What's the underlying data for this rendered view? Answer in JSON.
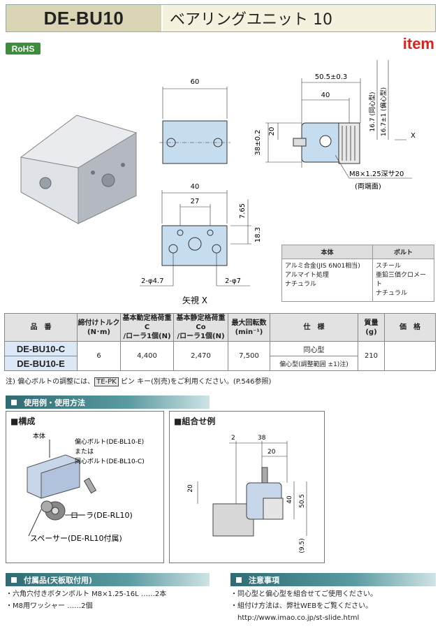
{
  "header": {
    "model": "DE-BU10",
    "name": "ベアリングユニット 10"
  },
  "badges": {
    "rohs": "RoHS",
    "brand": "item"
  },
  "drawing": {
    "top_view": {
      "width_60": "60"
    },
    "side_view": {
      "d1": "50.5±0.3",
      "d2": "40",
      "d3": "20",
      "d4": "38±0.2",
      "d5": "16.7 (同心型)",
      "d6": "16.7±1 (偏心型)",
      "axis": "X",
      "bolt": "M8×1.25深サ20",
      "bolt2": "(両端面)"
    },
    "front_view": {
      "w40": "40",
      "w27": "27",
      "h765": "7.65",
      "h183": "18.3",
      "hole1": "2-φ4.7",
      "hole2": "2-φ7",
      "caption": "矢視 X"
    }
  },
  "materials": {
    "headers": [
      "本体",
      "ボルト"
    ],
    "body": [
      "アルミ合金(JIS 6N01相当)",
      "アルマイト処理",
      "ナチュラル"
    ],
    "bolt": [
      "スチール",
      "亜鉛三価クロメート",
      "ナチュラル"
    ]
  },
  "spec": {
    "headers": {
      "part": "品　番",
      "torque": "締付けトルク",
      "torque_unit": "(N･m)",
      "dyn": "基本動定格荷重 C",
      "dyn_unit": "/ローラ1個(N)",
      "stat": "基本静定格荷重 Co",
      "stat_unit": "/ローラ1個(N)",
      "rpm": "最大回転数",
      "rpm_unit": "(min⁻¹)",
      "spec": "仕　様",
      "mass": "質量",
      "mass_unit": "(g)",
      "price": "価　格"
    },
    "rows": [
      {
        "model": "DE-BU10-C",
        "spec": "同心型"
      },
      {
        "model": "DE-BU10-E",
        "spec": "偏心型(調整範囲 ±1)注)"
      }
    ],
    "torque": "6",
    "dyn": "4,400",
    "stat": "2,470",
    "rpm": "7,500",
    "mass": "210"
  },
  "note": {
    "pre": "注) 偏心ボルトの調整には、",
    "tag": "TE-PK",
    "post": " ピン キー(別売)をご利用ください。(P.546参照)"
  },
  "usage": {
    "title": "使用例・使用方法",
    "panel1": {
      "title": "■構成",
      "label_body": "本体",
      "label_bolt1": "偏心ボルト(DE-BL10-E)",
      "label_or": "または",
      "label_bolt2": "同心ボルト(DE-BL10-C)",
      "label_roller": "ローラ(DE-RL10)",
      "label_spacer": "スペーサー(DE-RL10付属)"
    },
    "panel2": {
      "title": "■組合せ例",
      "d2": "2",
      "d38": "38",
      "d20": "20",
      "d20v": "20",
      "d40": "40",
      "d505": "50.5",
      "d95": "(9.5)"
    }
  },
  "accessories": {
    "title": "付属品(天板取付用)",
    "items": [
      "・六角穴付きボタンボルト M8×1.25-16L ……2本",
      "・M8用ワッシャー ……2個"
    ]
  },
  "cautions": {
    "title": "注意事項",
    "items": [
      "・同心型と偏心型を組合せてご使用ください。",
      "・組付け方法は、弊社WEBをご覧ください。",
      "http://www.imao.co.jp/st-slide.html"
    ]
  }
}
